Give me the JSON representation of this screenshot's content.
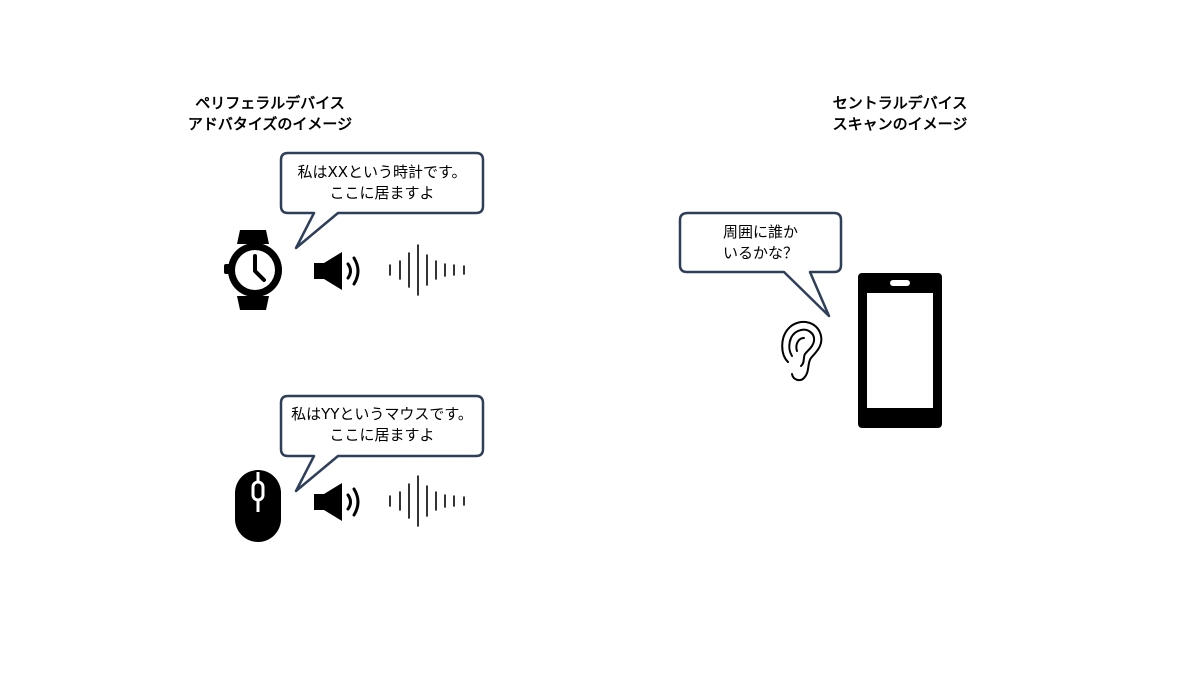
{
  "peripheral": {
    "heading_line1": "ペリフェラルデバイス",
    "heading_line2": "アドバタイズのイメージ",
    "devices": [
      {
        "icon": "watch-icon",
        "speech_line1": "私はXXという時計です。",
        "speech_line2": "ここに居ますよ"
      },
      {
        "icon": "mouse-icon",
        "speech_line1": "私はYYというマウスです。",
        "speech_line2": "ここに居ますよ"
      }
    ]
  },
  "central": {
    "heading_line1": "セントラルデバイス",
    "heading_line2": "スキャンのイメージ",
    "speech_line1": "周囲に誰か",
    "speech_line2": "いるかな？",
    "icons": [
      "ear-icon",
      "smartphone-icon"
    ]
  },
  "colors": {
    "bubble_border": "#2f3f5a",
    "icon": "#000000",
    "background": "#ffffff"
  }
}
